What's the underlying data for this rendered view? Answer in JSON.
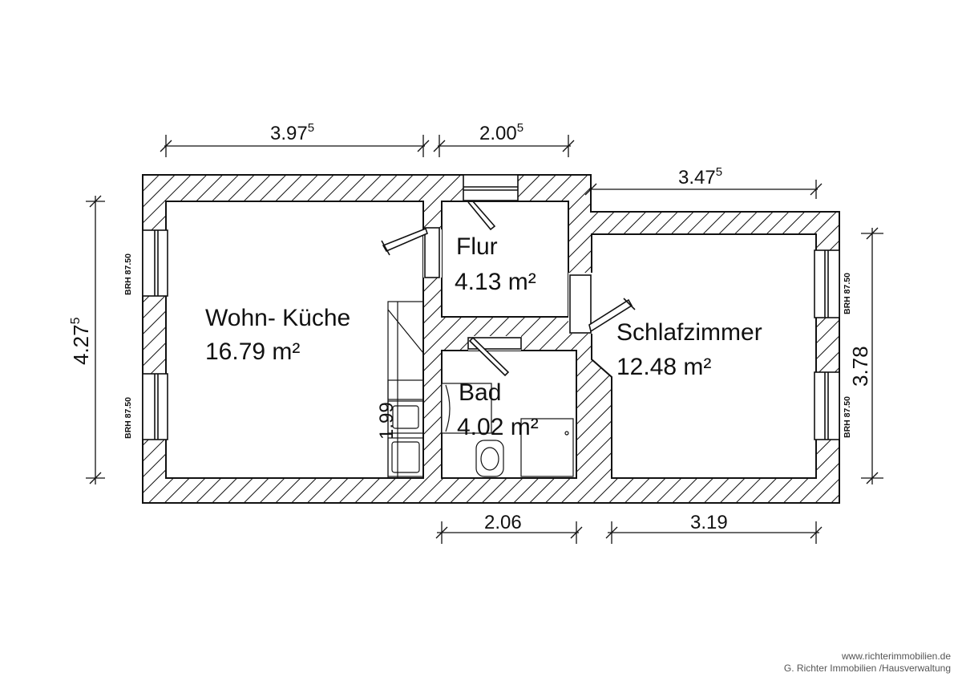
{
  "rooms": [
    {
      "name": "Wohn- Küche",
      "area": "16.79 m²"
    },
    {
      "name": "Flur",
      "area": "4.13 m²"
    },
    {
      "name": "Bad",
      "area": "4.02 m²"
    },
    {
      "name": "Schlafzimmer",
      "area": "12.48 m²"
    }
  ],
  "dimensions": {
    "top_left": {
      "base": "3.97",
      "sup": "5"
    },
    "top_mid": {
      "base": "2.00",
      "sup": "5"
    },
    "top_right": {
      "base": "3.47",
      "sup": "5"
    },
    "left": {
      "base": "4.27",
      "sup": "5"
    },
    "right": "3.78",
    "bottom_bad": "2.06",
    "bottom_schlaf": "3.19",
    "kitchen": "1.99"
  },
  "window_sill": "BRH 87.50",
  "footer": {
    "line1": "www.richterimmobilien.de",
    "line2": "G. Richter Immobilien /Hausverwaltung"
  }
}
